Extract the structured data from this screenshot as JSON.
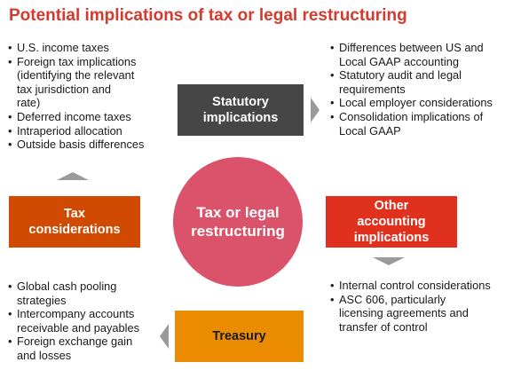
{
  "title": "Potential implications of tax or legal restructuring",
  "center": {
    "label": "Tax or legal restructuring"
  },
  "statutory": {
    "label": "Statutory implications",
    "items": [
      "Differences between US and Local GAAP accounting",
      "Statutory audit and legal requirements",
      "Local employer considerations",
      "Consolidation implications of Local GAAP"
    ]
  },
  "tax": {
    "label": "Tax considerations",
    "items": [
      "U.S. income taxes",
      "Foreign tax implications (identifying the relevant tax jurisdiction and rate)",
      "Deferred income taxes",
      "Intraperiod allocation",
      "Outside basis differences"
    ]
  },
  "other": {
    "label": "Other accounting implications",
    "items": [
      "Internal control considerations",
      "ASC 606, particularly licensing agreements and transfer of control"
    ]
  },
  "treasury": {
    "label": "Treasury",
    "items": [
      "Global cash pooling strategies",
      "Intercompany accounts receivable and payables",
      "Foreign exchange gain and losses"
    ]
  },
  "colors": {
    "title": "#d63a2f",
    "statutory": "#464646",
    "tax": "#d04a02",
    "other": "#e0301e",
    "treasury": "#eb8c00",
    "center": "#db536a",
    "arrow": "#9a9a9a"
  }
}
